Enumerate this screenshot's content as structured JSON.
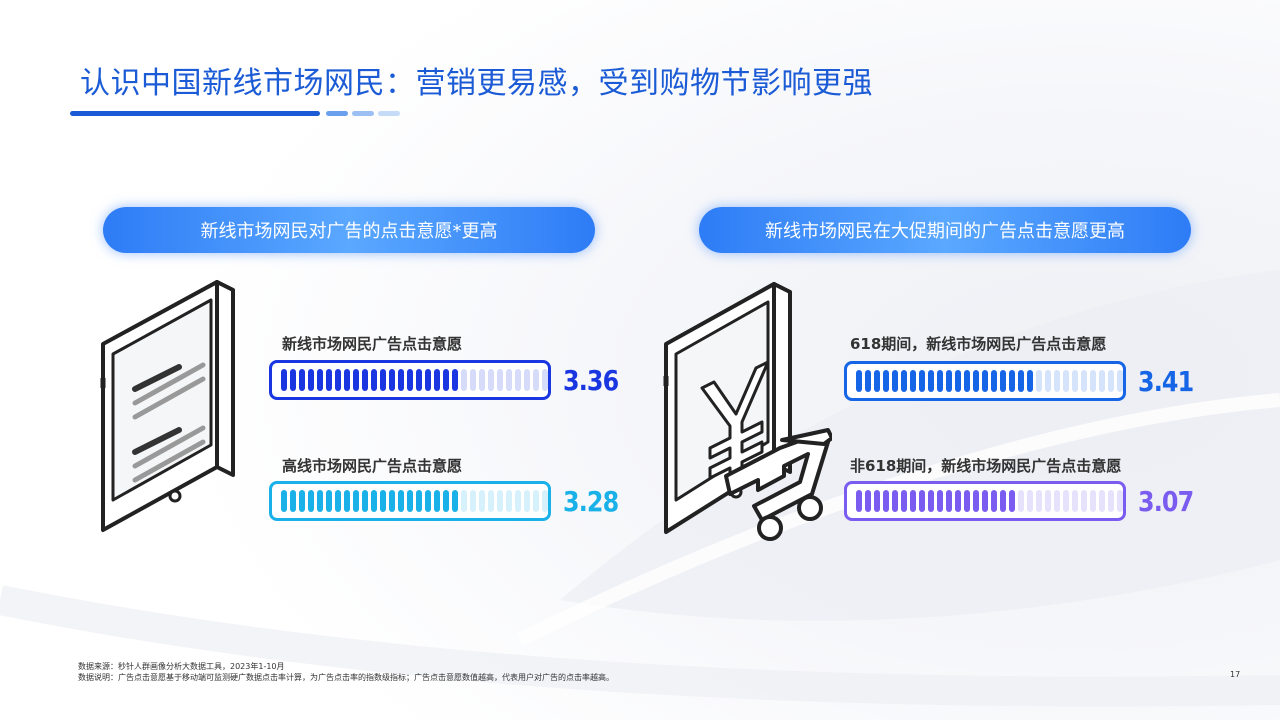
{
  "title": "认识中国新线市场网民：营销更易感，受到购物节影响更强",
  "colors": {
    "title_blue": "#1b5bd6",
    "series": [
      "#1a36e0",
      "#1ab0e8",
      "#1565e6",
      "#7b5cf0"
    ]
  },
  "panels": [
    {
      "heading": "新线市场网民对广告的点击意愿*更高"
    },
    {
      "heading": "新线市场网民在大促期间的广告点击意愿更高"
    }
  ],
  "chart_data": [
    {
      "type": "bar",
      "title": "新线市场网民对广告的点击意愿*更高",
      "categories": [
        "新线市场网民广告点击意愿",
        "高线市场网民广告点击意愿"
      ],
      "values": [
        3.36,
        3.28
      ],
      "value_labels": [
        "3.36",
        "3.28"
      ],
      "colors": [
        "#1a36e0",
        "#1ab0e8"
      ],
      "ylim": [
        0,
        5
      ]
    },
    {
      "type": "bar",
      "title": "新线市场网民在大促期间的广告点击意愿更高",
      "categories": [
        "618期间，新线市场网民广告点击意愿",
        "非618期间，新线市场网民广告点击意愿"
      ],
      "values": [
        3.41,
        3.07
      ],
      "value_labels": [
        "3.41",
        "3.07"
      ],
      "colors": [
        "#1565e6",
        "#7b5cf0"
      ],
      "ylim": [
        0,
        5
      ]
    }
  ],
  "footnotes": {
    "source": "数据来源：秒针人群画像分析大数据工具，2023年1-10月",
    "note": "数据说明：广告点击意愿基于移动端可监测硬广数据点击率计算，为广告点击率的指数级指标；广告点击意愿数值越高，代表用户对广告的点击率越高。"
  },
  "page_number": "17",
  "icons": [
    "tablet-text-icon",
    "tablet-yen-cart-icon"
  ]
}
